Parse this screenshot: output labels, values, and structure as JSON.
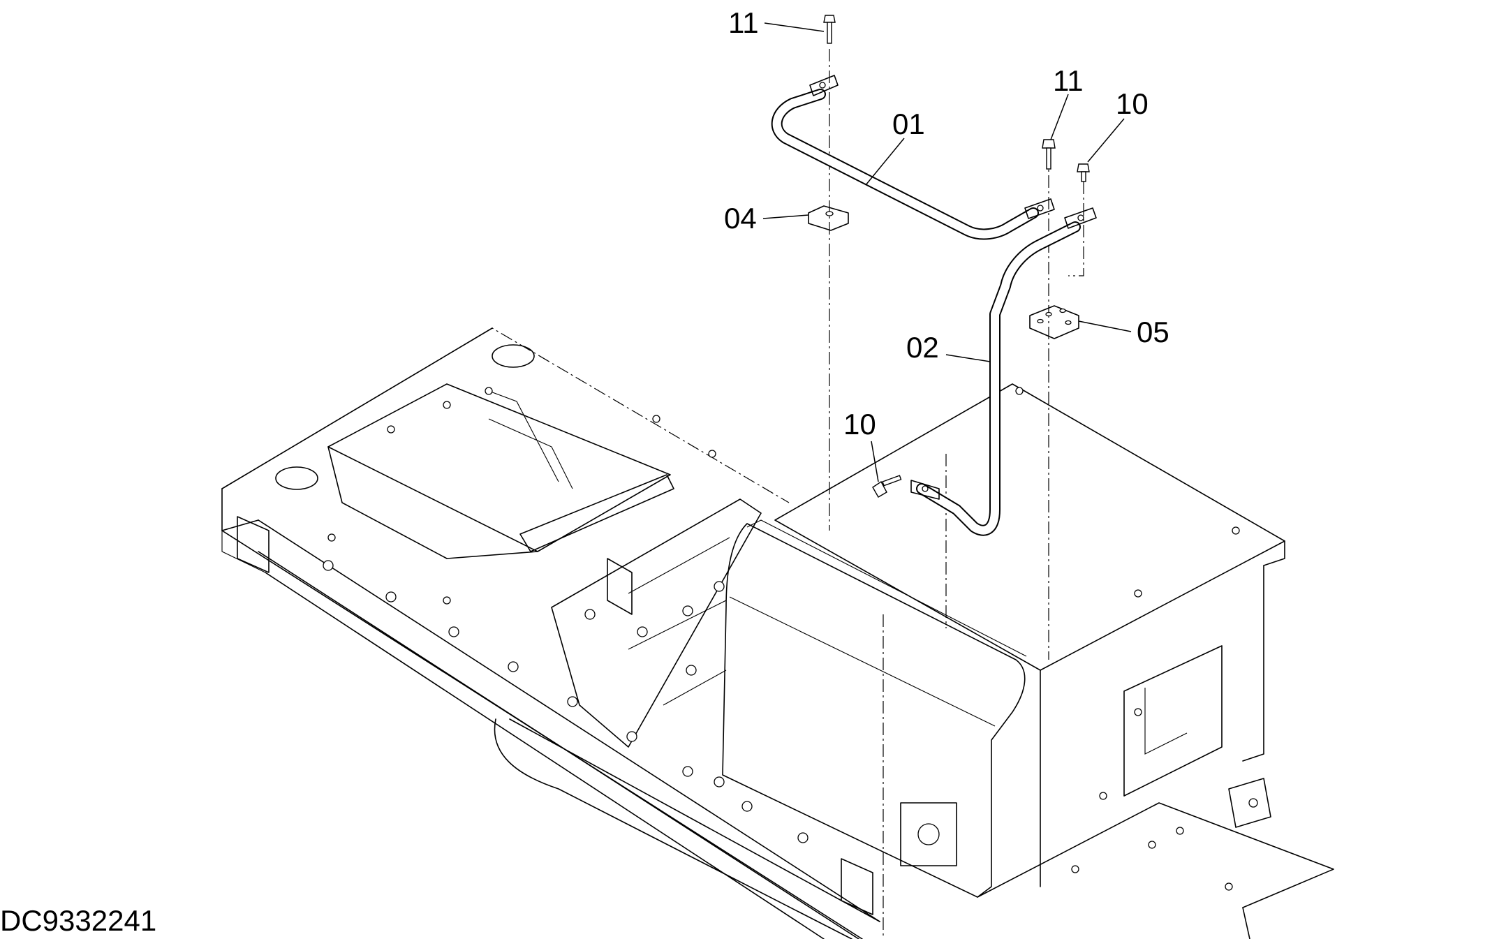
{
  "drawing": {
    "drawing_number": "DC9332241",
    "callouts": [
      {
        "id": "callout-11-top",
        "label": "11"
      },
      {
        "id": "callout-11-right",
        "label": "11"
      },
      {
        "id": "callout-10-right",
        "label": "10"
      },
      {
        "id": "callout-01",
        "label": "01"
      },
      {
        "id": "callout-04",
        "label": "04"
      },
      {
        "id": "callout-05",
        "label": "05"
      },
      {
        "id": "callout-02",
        "label": "02"
      },
      {
        "id": "callout-10-center",
        "label": "10"
      }
    ]
  }
}
